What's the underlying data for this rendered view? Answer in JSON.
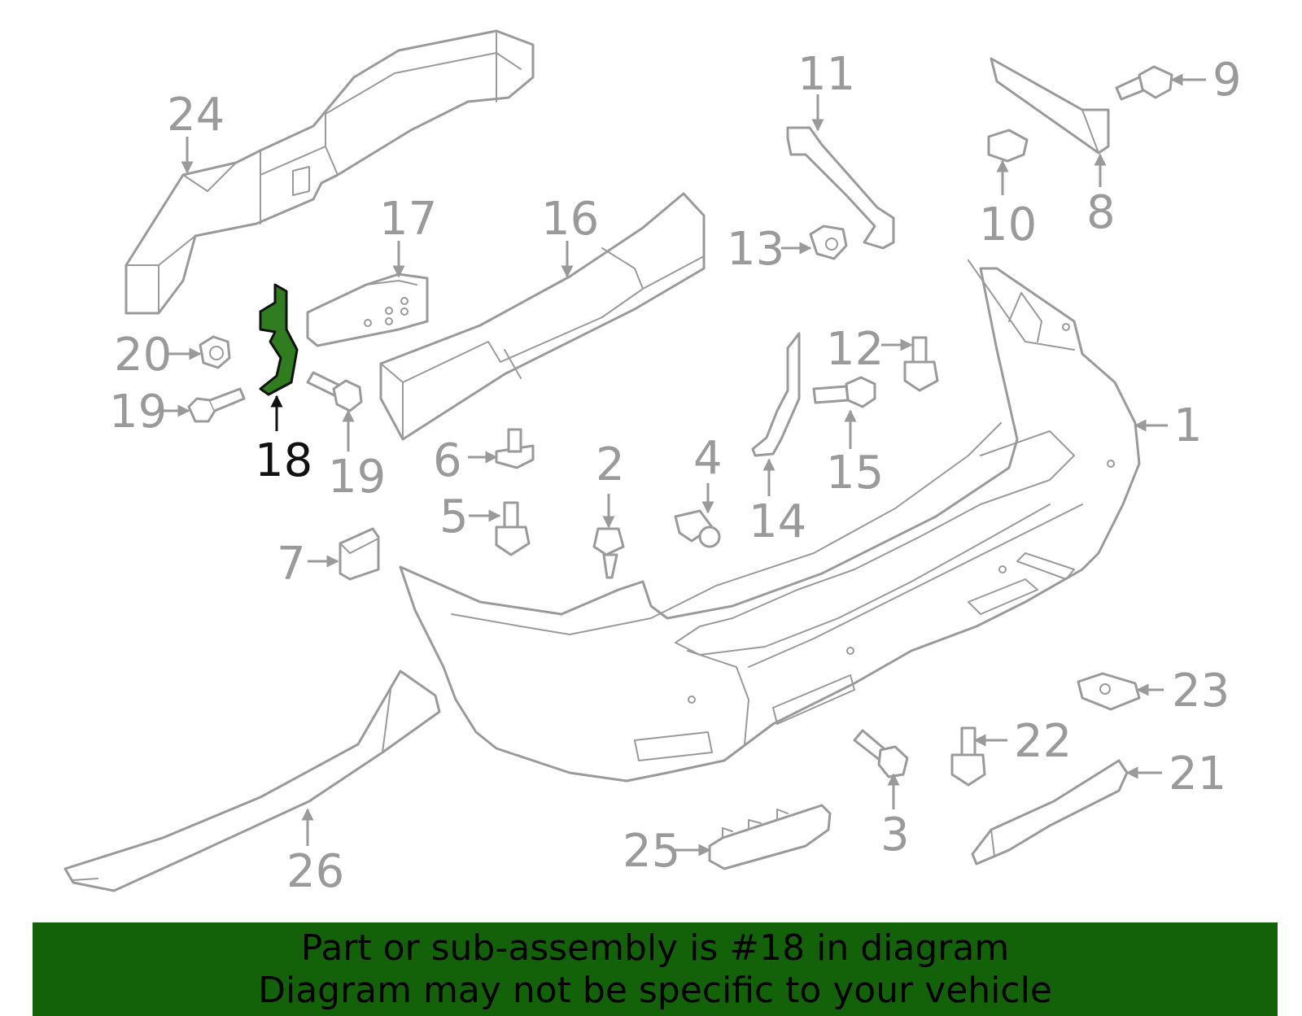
{
  "diagram": {
    "highlight_color": "#2f7d1f",
    "part_color": "#9a9a9a",
    "callouts": {
      "c1": "1",
      "c2": "2",
      "c3": "3",
      "c4": "4",
      "c5": "5",
      "c6": "6",
      "c7": "7",
      "c8": "8",
      "c9": "9",
      "c10": "10",
      "c11": "11",
      "c12": "12",
      "c13": "13",
      "c14": "14",
      "c15": "15",
      "c16": "16",
      "c17": "17",
      "c18": "18",
      "c19a": "19",
      "c19b": "19",
      "c20": "20",
      "c21": "21",
      "c22": "22",
      "c23": "23",
      "c24": "24",
      "c25": "25",
      "c26": "26"
    }
  },
  "banner": {
    "background": "#136109",
    "line1": "Part or sub-assembly is #18 in diagram",
    "line2": "Diagram may not be specific to your vehicle"
  }
}
